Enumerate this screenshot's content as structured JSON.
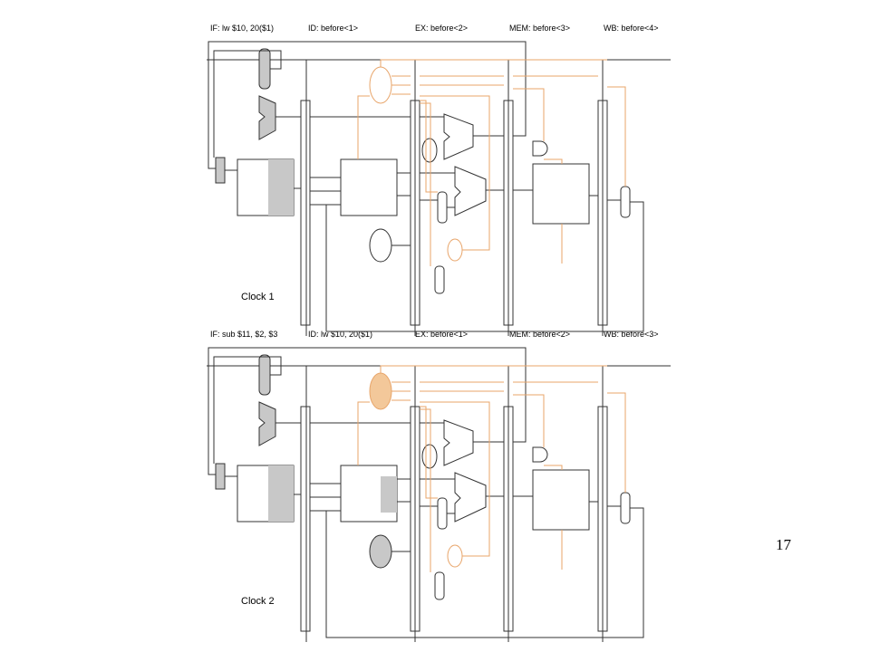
{
  "slide": {
    "page_number": "17"
  },
  "colors": {
    "wire": "#333333",
    "control": "#e8a56a",
    "fill_gray": "#c8c8c8",
    "fill_highlight": "#f3c89a"
  },
  "diagrams": [
    {
      "stage_labels": {
        "if": "IF: lw $10, 20($1)",
        "id": "ID: before<1>",
        "ex": "EX: before<2>",
        "mem": "MEM: before<3>",
        "wb": "WB: before<4>"
      },
      "clock_label": "Clock 1"
    },
    {
      "stage_labels": {
        "if": "IF: sub $11, $2, $3",
        "id": "ID: lw $10, 20($1)",
        "ex": "EX: before<1>",
        "mem": "MEM: before<2>",
        "wb": "WB: before<3>"
      },
      "clock_label": "Clock 2"
    }
  ]
}
